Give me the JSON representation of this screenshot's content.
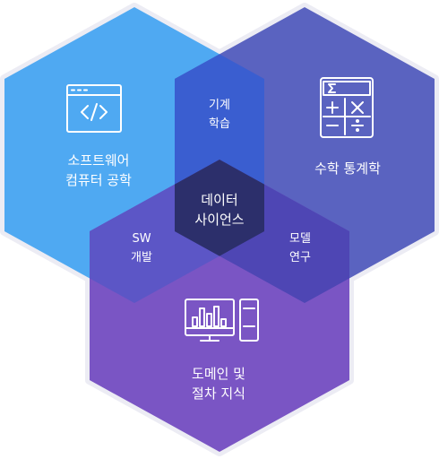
{
  "diagram": {
    "regions": {
      "software": {
        "label_line1": "소프트웨어",
        "label_line2": "컴퓨터 공학",
        "color": "#4fa9f2",
        "icon": "code-window-icon"
      },
      "math": {
        "label": "수학 통계학",
        "color": "#5a63c0",
        "icon": "calculator-icon"
      },
      "domain": {
        "label_line1": "도메인 및",
        "label_line2": "절차 지식",
        "color": "#7a55c4",
        "icon": "monitor-chart-icon"
      }
    },
    "overlaps": {
      "machine_learning": {
        "line1": "기계",
        "line2": "학습",
        "color": "#3a5ed0"
      },
      "sw_development": {
        "line1": "SW",
        "line2": "개발",
        "color": "#5c56c6"
      },
      "model_research": {
        "line1": "모델",
        "line2": "연구",
        "color": "#4e46b4"
      },
      "data_science": {
        "line1": "데이터",
        "line2": "사이언스",
        "color": "#2c2f6b"
      }
    },
    "border_color": "#ececf4"
  }
}
